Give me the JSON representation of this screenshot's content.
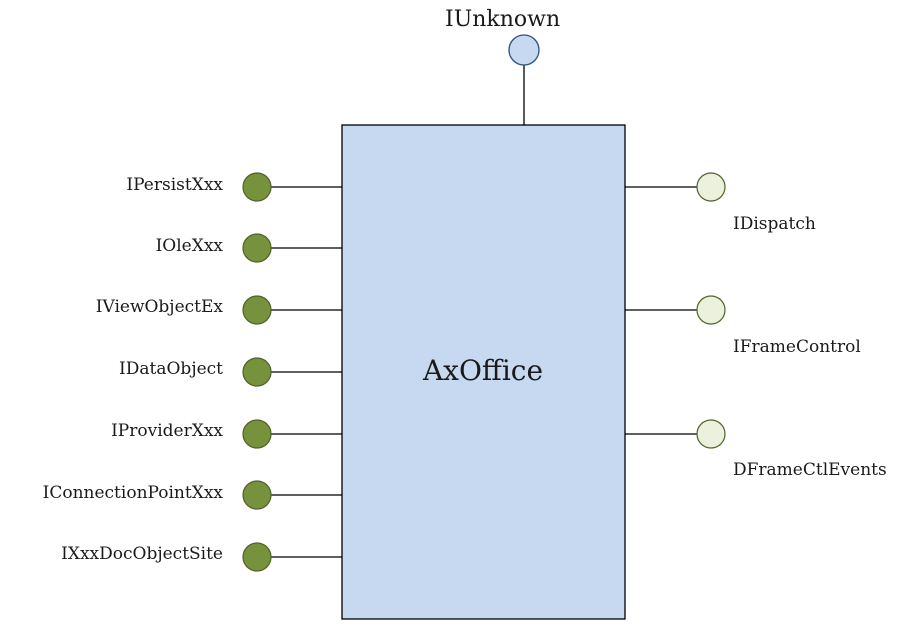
{
  "component": {
    "name": "AxOffice",
    "fill": "#c6d9f0",
    "stroke": "#000000"
  },
  "top_interface": {
    "name": "IUnknown",
    "fill": "#c6d9f0"
  },
  "left_interfaces": {
    "fill": "#76923c",
    "items": [
      {
        "name": "IPersistXxx"
      },
      {
        "name": "IOleXxx"
      },
      {
        "name": "IViewObjectEx"
      },
      {
        "name": "IDataObject"
      },
      {
        "name": "IProviderXxx"
      },
      {
        "name": "IConnectionPointXxx"
      },
      {
        "name": "IXxxDocObjectSite"
      }
    ]
  },
  "right_interfaces": {
    "fill": "#ebf1dd",
    "items": [
      {
        "name": "IDispatch"
      },
      {
        "name": "IFrameControl"
      },
      {
        "name": "DFrameCtlEvents"
      }
    ]
  }
}
